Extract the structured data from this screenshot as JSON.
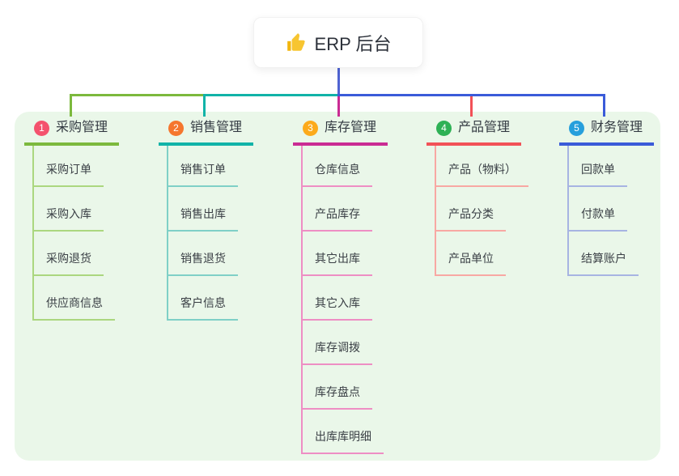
{
  "root": {
    "title": "ERP 后台",
    "icon": "thumbs-up-icon",
    "stem_color": "#4f63d2"
  },
  "panel": {
    "background": "#eaf7e9"
  },
  "columns": [
    {
      "badge": "1",
      "title": "采购管理",
      "colors": {
        "badge": "#f4526d",
        "branch": "#7cb93d",
        "sub": "#abd77f"
      },
      "items": [
        "采购订单",
        "采购入库",
        "采购退货",
        "供应商信息"
      ]
    },
    {
      "badge": "2",
      "title": "销售管理",
      "colors": {
        "badge": "#f5762e",
        "branch": "#11b3a8",
        "sub": "#7fd0c7"
      },
      "items": [
        "销售订单",
        "销售出库",
        "销售退货",
        "客户信息"
      ]
    },
    {
      "badge": "3",
      "title": "库存管理",
      "colors": {
        "badge": "#fcaa1b",
        "branch": "#ca2b93",
        "sub": "#ee8ec4"
      },
      "items": [
        "仓库信息",
        "产品库存",
        "其它出库",
        "其它入库",
        "库存调拨",
        "库存盘点",
        "出库库明细"
      ]
    },
    {
      "badge": "4",
      "title": "产品管理",
      "colors": {
        "badge": "#2eb155",
        "branch": "#f25157",
        "sub": "#f8a8a3"
      },
      "items": [
        "产品（物料）",
        "产品分类",
        "产品单位"
      ]
    },
    {
      "badge": "5",
      "title": "财务管理",
      "colors": {
        "badge": "#269fdc",
        "branch": "#3a5bd9",
        "sub": "#a7b4e2"
      },
      "items": [
        "回款单",
        "付款单",
        "结算账户"
      ]
    }
  ]
}
